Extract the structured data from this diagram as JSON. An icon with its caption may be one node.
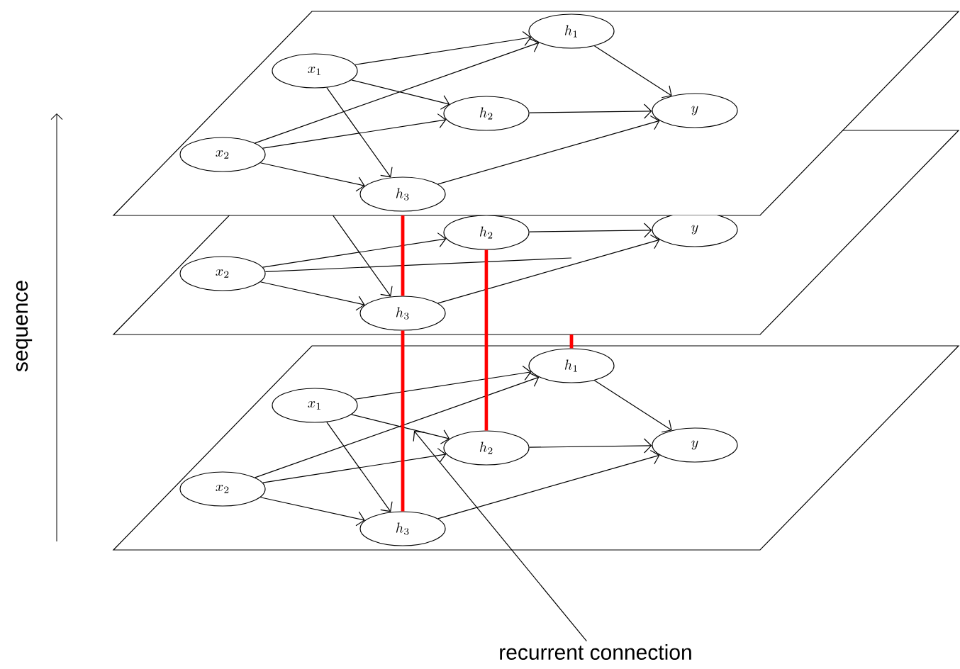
{
  "diagram": {
    "nodes": [
      {
        "text": [],
        "shape": "parallelogram"
      },
      {
        "text": [
          "x_1"
        ],
        "in": 0
      },
      {
        "text": [
          "x_2"
        ],
        "in": 0
      },
      {
        "text": [
          "h_1"
        ],
        "in": 0
      },
      {
        "text": [
          "h_2"
        ],
        "in": 0
      },
      {
        "text": [
          "h_3"
        ]
      },
      {
        "text": [
          "y"
        ],
        "in": 0
      },
      {
        "text": [],
        "shape": "parallelogram"
      },
      {
        "text": [
          "x_2"
        ],
        "in": 7
      },
      {
        "text": [
          "h_2"
        ],
        "in": 7
      },
      {
        "text": [
          "h_3"
        ],
        "in": 7
      },
      {
        "text": [
          "y"
        ],
        "in": 7
      },
      {
        "text": [],
        "shape": "parallelogram"
      },
      {
        "text": [
          "x_1"
        ],
        "in": 12
      },
      {
        "text": [
          "x_2"
        ],
        "in": 12
      },
      {
        "text": [
          "h_1"
        ],
        "in": 12
      },
      {
        "text": [
          "h_2"
        ],
        "in": 12
      },
      {
        "text": [
          "h_3"
        ],
        "in": 12
      },
      {
        "text": [
          "y"
        ],
        "in": 12
      },
      {
        "text": [
          "recurrent connection"
        ]
      }
    ],
    "edges": [
      {
        "from": 1,
        "to": 3,
        "arrow": "to"
      },
      {
        "from": 1,
        "to": 4,
        "arrow": "to"
      },
      {
        "from": 1,
        "to": 5,
        "arrow": "to"
      },
      {
        "from": 2,
        "to": 3,
        "arrow": "to"
      },
      {
        "from": 2,
        "to": 4,
        "arrow": "to"
      },
      {
        "from": 2,
        "to": 5,
        "arrow": "to"
      },
      {
        "from": 3,
        "to": 6,
        "arrow": "to"
      },
      {
        "from": 4,
        "to": 6,
        "arrow": "to"
      },
      {
        "from": 5,
        "to": 6,
        "arrow": "to"
      },
      {
        "from": 8,
        "to": 9,
        "arrow": "to"
      },
      {
        "from": 8,
        "to": 10,
        "arrow": "to"
      },
      {
        "from": 8,
        "to": null,
        "arrow": "none"
      },
      {
        "from": null,
        "to": 10,
        "arrow": "to"
      },
      {
        "from": 9,
        "to": 11,
        "arrow": "to"
      },
      {
        "from": 10,
        "to": 11,
        "arrow": "to"
      },
      {
        "from": 13,
        "to": 15,
        "arrow": "to"
      },
      {
        "from": 13,
        "to": 16,
        "arrow": "to"
      },
      {
        "from": 13,
        "to": 17,
        "arrow": "to"
      },
      {
        "from": 14,
        "to": 15,
        "arrow": "to"
      },
      {
        "from": 14,
        "to": 16,
        "arrow": "to"
      },
      {
        "from": 14,
        "to": 17,
        "arrow": "to"
      },
      {
        "from": 15,
        "to": 18,
        "arrow": "to"
      },
      {
        "from": 16,
        "to": 18,
        "arrow": "to"
      },
      {
        "from": 17,
        "to": 18,
        "arrow": "to"
      },
      {
        "from": 17,
        "to": 10,
        "arrow": "none",
        "style": "thick",
        "color": "#ff0000"
      },
      {
        "from": 10,
        "to": 5,
        "arrow": "none",
        "style": "thick",
        "color": "#ff0000"
      },
      {
        "from": 16,
        "to": 9,
        "arrow": "none",
        "style": "thick",
        "color": "#ff0000"
      },
      {
        "from": 15,
        "to": 7,
        "arrow": "none",
        "style": "thick",
        "color": "#ff0000"
      },
      {
        "from": 19,
        "to": null,
        "arrow": "to"
      }
    ],
    "labels": [
      "sequence"
    ]
  }
}
